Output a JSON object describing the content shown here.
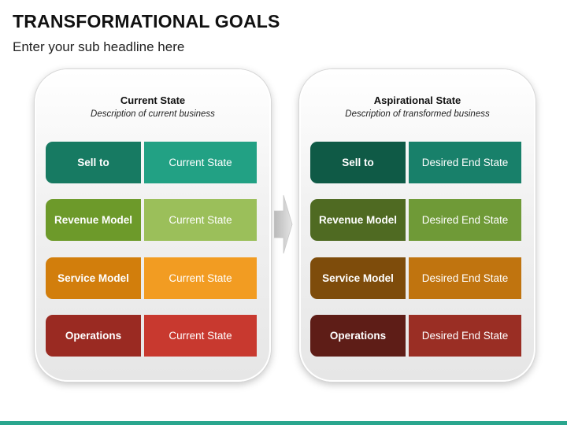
{
  "title": "TRANSFORMATIONAL GOALS",
  "subtitle": "Enter your sub headline here",
  "left_panel": {
    "heading": "Current State",
    "description": "Description of current business",
    "rows": [
      {
        "label": "Sell to",
        "value": "Current State",
        "label_color": "#177a62",
        "value_color": "#22a184"
      },
      {
        "label": "Revenue Model",
        "value": "Current State",
        "label_color": "#6d9a2a",
        "value_color": "#9bbf5a"
      },
      {
        "label": "Service Model",
        "value": "Current State",
        "label_color": "#d27e0c",
        "value_color": "#f29c22"
      },
      {
        "label": "Operations",
        "value": "Current State",
        "label_color": "#9a2a22",
        "value_color": "#c8392f"
      }
    ]
  },
  "right_panel": {
    "heading": "Aspirational State",
    "description": "Description of transformed business",
    "rows": [
      {
        "label": "Sell to",
        "value": "Desired End State",
        "label_color": "#0f5a46",
        "value_color": "#18806a"
      },
      {
        "label": "Revenue Model",
        "value": "Desired End State",
        "label_color": "#4f6a22",
        "value_color": "#6f9a37"
      },
      {
        "label": "Service Model",
        "value": "Desired End State",
        "label_color": "#7e4c0b",
        "value_color": "#c0740f"
      },
      {
        "label": "Operations",
        "value": "Desired End State",
        "label_color": "#5e1d17",
        "value_color": "#9a2e24"
      }
    ]
  },
  "accent_color": "#2aa68e"
}
